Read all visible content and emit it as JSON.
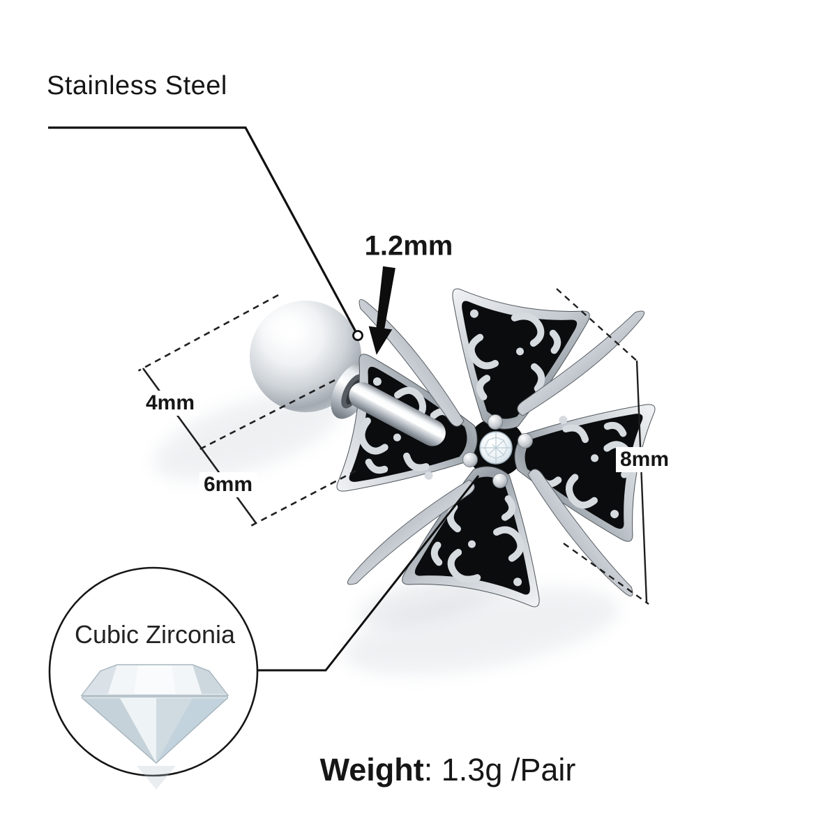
{
  "background": "#ffffff",
  "callouts": {
    "material": "Stainless Steel",
    "post_thickness": "1.2mm",
    "ball_diameter": "4mm",
    "post_length": "6mm",
    "charm_size": "8mm",
    "stone": "Cubic Zirconia"
  },
  "weight_label": "Weight",
  "weight_rest": ": 1.3g /Pair",
  "colors": {
    "annotation": "#1a1a1a",
    "metal_highlight": "#ffffff",
    "metal_mid": "#c3c9cf",
    "metal_shadow": "#6f767d",
    "enamel_black": "#0b0c0e",
    "gem_tint": "#dfe9ef"
  }
}
